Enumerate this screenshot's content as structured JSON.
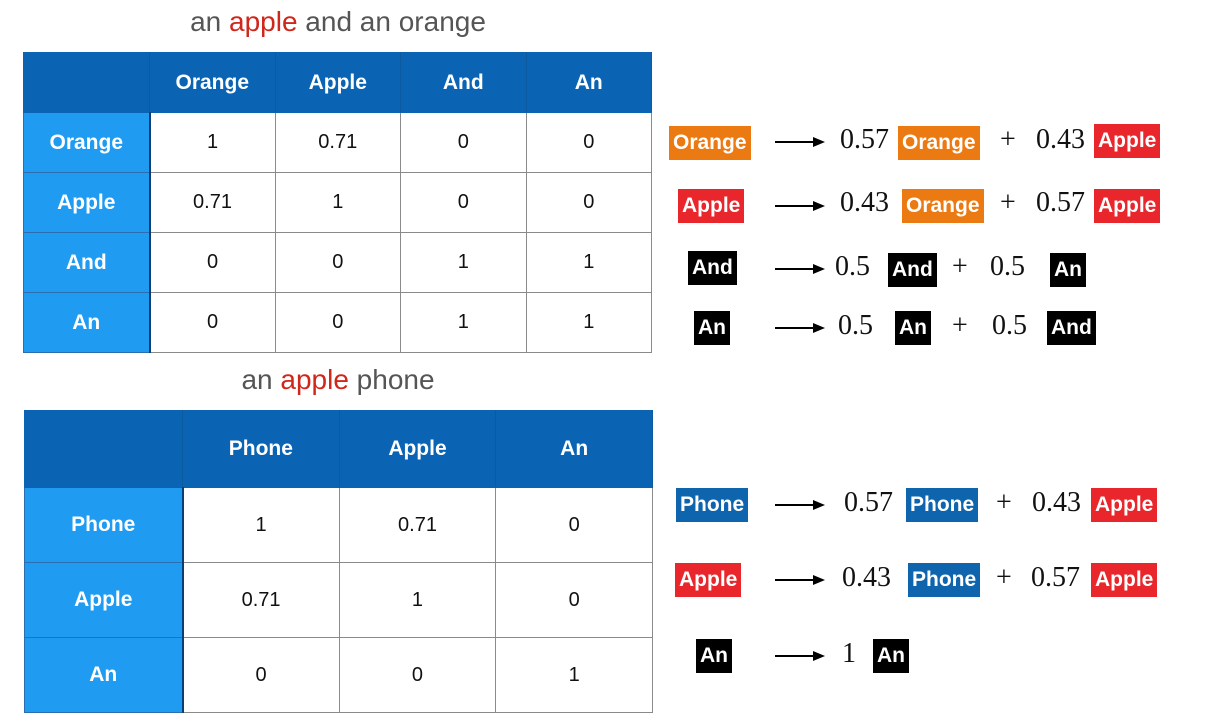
{
  "title1": {
    "pre": "an ",
    "hl": "apple",
    "post": " and an orange"
  },
  "title2": {
    "pre": "an ",
    "hl": "apple",
    "post": " phone"
  },
  "table1": {
    "columns": [
      "Orange",
      "Apple",
      "And",
      "An"
    ],
    "rows": [
      {
        "label": "Orange",
        "values": [
          "1",
          "0.71",
          "0",
          "0"
        ]
      },
      {
        "label": "Apple",
        "values": [
          "0.71",
          "1",
          "0",
          "0"
        ]
      },
      {
        "label": "And",
        "values": [
          "0",
          "0",
          "1",
          "1"
        ]
      },
      {
        "label": "An",
        "values": [
          "0",
          "0",
          "1",
          "1"
        ]
      }
    ]
  },
  "table2": {
    "columns": [
      "Phone",
      "Apple",
      "An"
    ],
    "rows": [
      {
        "label": "Phone",
        "values": [
          "1",
          "0.71",
          "0"
        ]
      },
      {
        "label": "Apple",
        "values": [
          "0.71",
          "1",
          "0"
        ]
      },
      {
        "label": "An",
        "values": [
          "0",
          "0",
          "1"
        ]
      }
    ]
  },
  "colors": {
    "orange": "#ec7a12",
    "red": "#e8262b",
    "black": "#000000",
    "blue": "#0e64ad",
    "header": "#0a63b3",
    "rowhead": "#1f9bf2",
    "title_highlight": "#d0261b"
  },
  "eq1": [
    {
      "token": "Orange",
      "color": "orange",
      "c1": "0.57",
      "t1": "Orange",
      "t1color": "orange",
      "c2": "0.43",
      "t2": "Apple",
      "t2color": "red"
    },
    {
      "token": "Apple",
      "color": "red",
      "c1": "0.43",
      "t1": "Orange",
      "t1color": "orange",
      "c2": "0.57",
      "t2": "Apple",
      "t2color": "red"
    },
    {
      "token": "And",
      "color": "black",
      "c1": "0.5",
      "t1": "And",
      "t1color": "black",
      "c2": "0.5",
      "t2": "An",
      "t2color": "black"
    },
    {
      "token": "An",
      "color": "black",
      "c1": "0.5",
      "t1": "An",
      "t1color": "black",
      "c2": "0.5",
      "t2": "And",
      "t2color": "black"
    }
  ],
  "eq2": [
    {
      "token": "Phone",
      "color": "blue",
      "c1": "0.57",
      "t1": "Phone",
      "t1color": "blue",
      "c2": "0.43",
      "t2": "Apple",
      "t2color": "red"
    },
    {
      "token": "Apple",
      "color": "red",
      "c1": "0.43",
      "t1": "Phone",
      "t1color": "blue",
      "c2": "0.57",
      "t2": "Apple",
      "t2color": "red"
    },
    {
      "token": "An",
      "color": "black",
      "c1": "1",
      "t1": "An",
      "t1color": "black"
    }
  ]
}
